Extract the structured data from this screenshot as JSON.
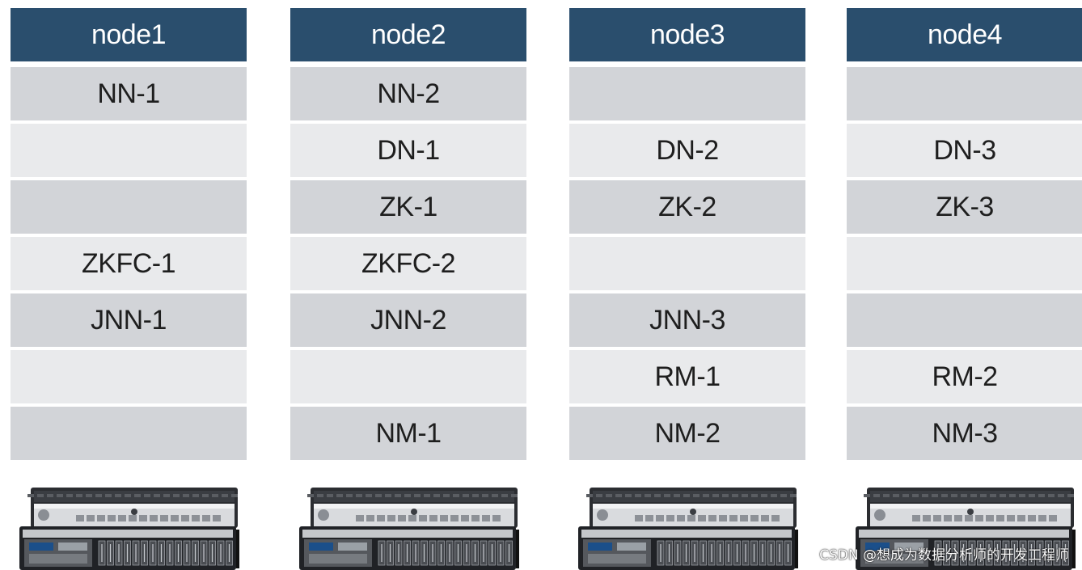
{
  "nodes": [
    {
      "name": "node1",
      "slots": [
        "NN-1",
        "",
        "",
        "ZKFC-1",
        "JNN-1",
        "",
        ""
      ]
    },
    {
      "name": "node2",
      "slots": [
        "NN-2",
        "DN-1",
        "ZK-1",
        "ZKFC-2",
        "JNN-2",
        "",
        "NM-1"
      ]
    },
    {
      "name": "node3",
      "slots": [
        "",
        "DN-2",
        "ZK-2",
        "",
        "JNN-3",
        "RM-1",
        "NM-2"
      ]
    },
    {
      "name": "node4",
      "slots": [
        "",
        "DN-3",
        "ZK-3",
        "",
        "",
        "RM-2",
        "NM-3"
      ]
    }
  ],
  "server_icon": "rack-server-icon",
  "colors": {
    "header": "#2a4e6d",
    "slot_dark": "#d2d4d8",
    "slot_light": "#e9eaec"
  },
  "watermark": "CSDN @想成为数据分析师的开发工程师"
}
